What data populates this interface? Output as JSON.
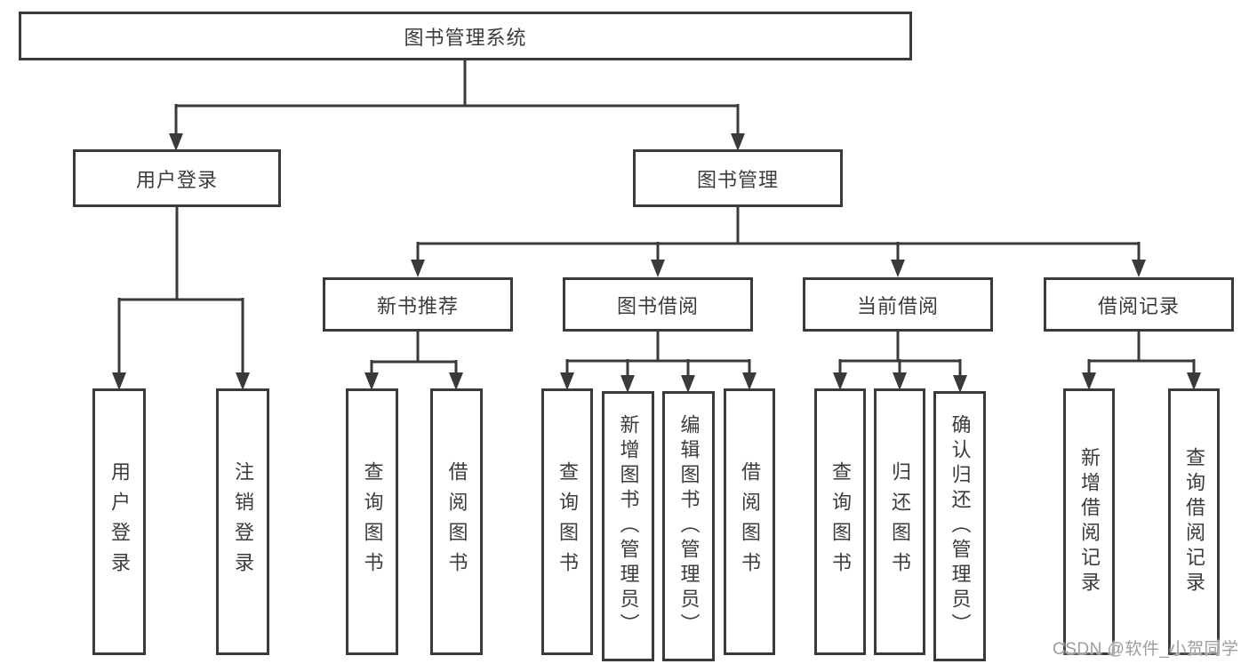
{
  "diagram": {
    "root": {
      "label": "图书管理系统"
    },
    "branches": [
      {
        "label": "用户登录",
        "children": [
          {
            "label": "用户登录"
          },
          {
            "label": "注销登录"
          }
        ]
      },
      {
        "label": "图书管理",
        "children": [
          {
            "label": "新书推荐",
            "children": [
              {
                "label": "查询图书"
              },
              {
                "label": "借阅图书"
              }
            ]
          },
          {
            "label": "图书借阅",
            "children": [
              {
                "label": "查询图书"
              },
              {
                "label": "新增图书（管理员）"
              },
              {
                "label": "编辑图书（管理员）"
              },
              {
                "label": "借阅图书"
              }
            ]
          },
          {
            "label": "当前借阅",
            "children": [
              {
                "label": "查询图书"
              },
              {
                "label": "归还图书"
              },
              {
                "label": "确认归还（管理员）"
              }
            ]
          },
          {
            "label": "借阅记录",
            "children": [
              {
                "label": "新增借阅记录"
              },
              {
                "label": "查询借阅记录"
              }
            ]
          }
        ]
      }
    ]
  },
  "watermark": {
    "text": "CSDN @软件_小贺同学"
  },
  "colors": {
    "line": "#3a3a3a",
    "text": "#3c3c3c",
    "background": "#ffffff",
    "watermark": "#9d9da1"
  }
}
